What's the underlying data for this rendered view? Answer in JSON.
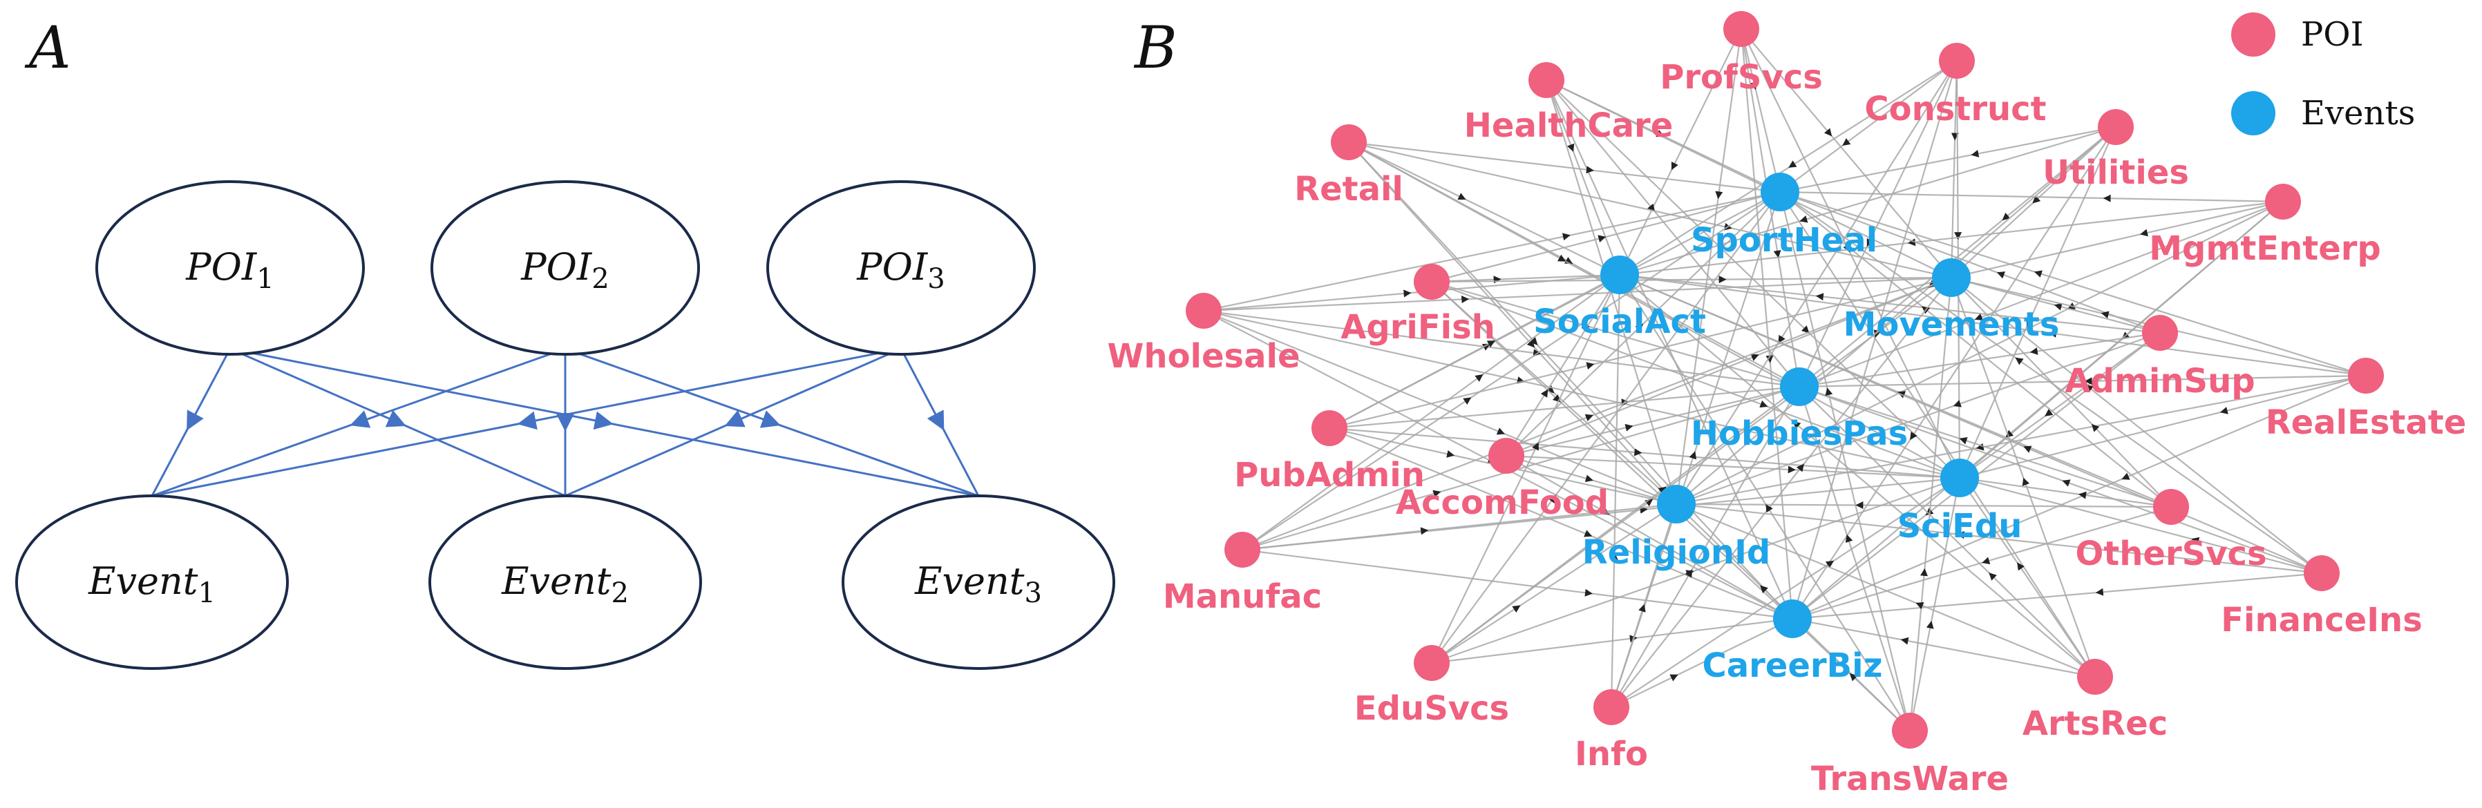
{
  "colors": {
    "ellipse_stroke": "#1b2a4a",
    "diagram_edge": "#4472c4",
    "poi_node": "#f0607f",
    "event_node": "#1ea4e9",
    "network_edge": "#a8a8a8",
    "network_arrow": "#222222"
  },
  "panel_a": {
    "letter": "A",
    "pois": [
      {
        "id": "poi1",
        "name": "POI",
        "sub": "1"
      },
      {
        "id": "poi2",
        "name": "POI",
        "sub": "2"
      },
      {
        "id": "poi3",
        "name": "POI",
        "sub": "3"
      }
    ],
    "events": [
      {
        "id": "event1",
        "name": "Event",
        "sub": "1"
      },
      {
        "id": "event2",
        "name": "Event",
        "sub": "2"
      },
      {
        "id": "event3",
        "name": "Event",
        "sub": "3"
      }
    ],
    "edges": [
      {
        "from": 0,
        "to": 0
      },
      {
        "from": 0,
        "to": 1
      },
      {
        "from": 0,
        "to": 2
      },
      {
        "from": 1,
        "to": 0
      },
      {
        "from": 1,
        "to": 1
      },
      {
        "from": 1,
        "to": 2
      },
      {
        "from": 2,
        "to": 0
      },
      {
        "from": 2,
        "to": 1
      },
      {
        "from": 2,
        "to": 2
      }
    ]
  },
  "panel_b": {
    "letter": "B",
    "legend": [
      {
        "label": "POI",
        "kind": "poi"
      },
      {
        "label": "Events",
        "kind": "event"
      }
    ],
    "poi_nodes": [
      "ProfSvcs",
      "HealthCare",
      "Construct",
      "Utilities",
      "Retail",
      "MgmtEnterp",
      "AgriFish",
      "Wholesale",
      "AdminSup",
      "RealEstate",
      "PubAdmin",
      "AccomFood",
      "OtherSvcs",
      "Manufac",
      "FinanceIns",
      "EduSvcs",
      "Info",
      "TransWare",
      "ArtsRec"
    ],
    "event_nodes": [
      "SportHeal",
      "SocialAct",
      "Movements",
      "HobbiesPas",
      "SciEdu",
      "ReligionId",
      "CareerBiz"
    ]
  }
}
